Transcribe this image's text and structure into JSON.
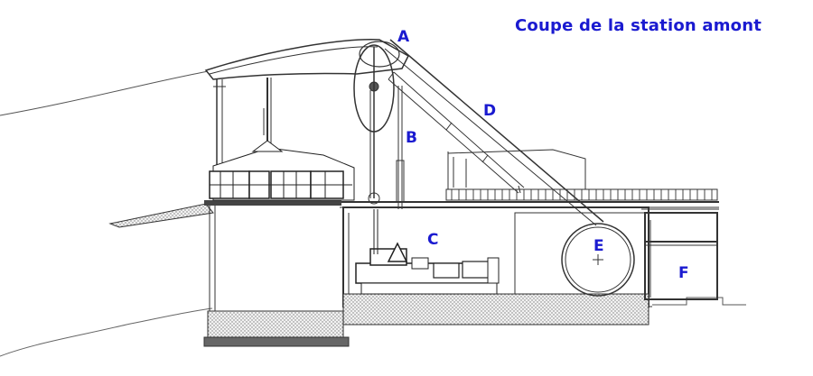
{
  "title": "Coupe de la station amont",
  "labels": {
    "a": "A",
    "b": "B",
    "c": "C",
    "d": "D",
    "e": "E",
    "f": "F"
  },
  "colors": {
    "label": "#1a1ad0",
    "line": "#3a3a3a",
    "hatch": "#8c8c8c",
    "fill": "#d9d9d9"
  }
}
